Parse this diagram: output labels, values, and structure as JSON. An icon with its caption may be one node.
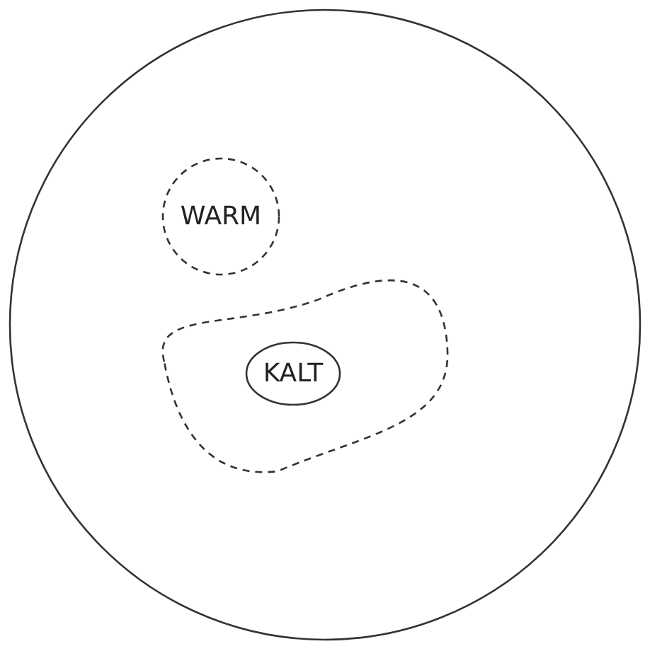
{
  "diagram": {
    "nodes": [
      {
        "text": [],
        "shape": "circle"
      },
      {
        "text": [
          "WARM"
        ],
        "in": 0
      },
      {
        "text": [],
        "shape": "blob",
        "in": 0
      },
      {
        "text": [
          "KALT"
        ],
        "in": 2
      }
    ]
  }
}
